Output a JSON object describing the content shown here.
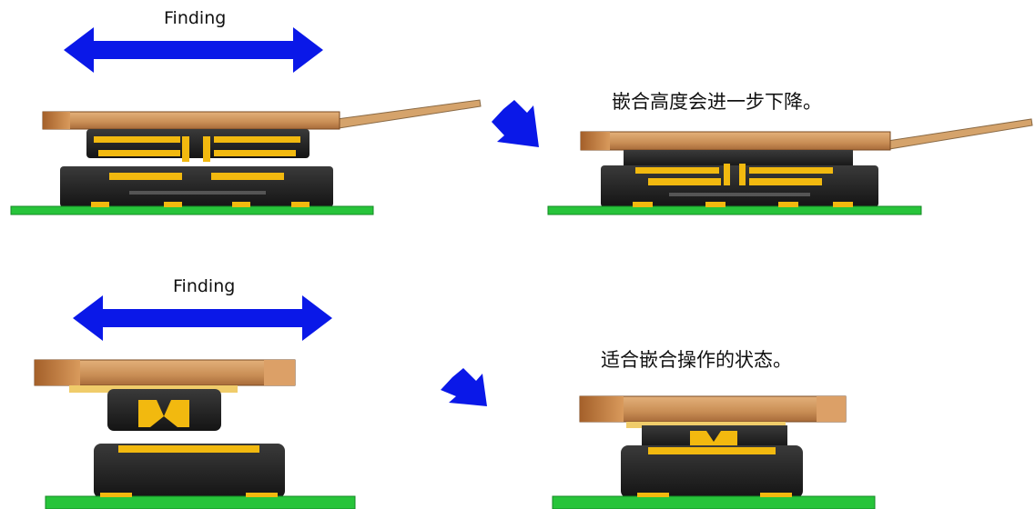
{
  "top_row": {
    "finding_label": "Finding",
    "caption": "嵌合高度会进一步下降。"
  },
  "bottom_row": {
    "finding_label": "Finding",
    "caption": "适合嵌合操作的状态。"
  },
  "colors": {
    "arrow_blue": "#0a18e8",
    "pcb_green": "#27c43a",
    "flex_tan": "#d5a36b",
    "board_copper": "#c98e55",
    "connector_black": "#1c1c1c",
    "contact_gold": "#f2b90f"
  },
  "icons": [
    "double-arrow-icon",
    "down-right-arrow-icon"
  ]
}
